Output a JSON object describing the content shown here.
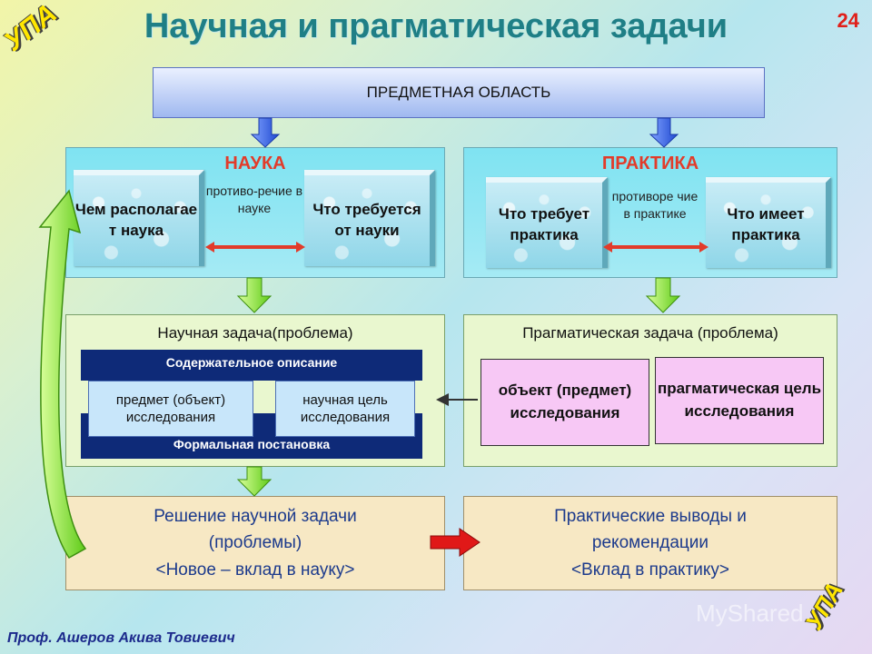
{
  "title": "Научная и прагматическая задачи",
  "slide_number": "24",
  "logo_text": "УПА",
  "top_box": "ПРЕДМЕТНАЯ ОБЛАСТЬ",
  "science": {
    "heading": "НАУКА",
    "left_cube": "Чем располагае т наука",
    "right_cube": "Что требуется от науки",
    "contradiction": "противо-речие в науке"
  },
  "practice": {
    "heading": "ПРАКТИКА",
    "left_cube": "Что требует практика",
    "right_cube": "Что имеет практика",
    "contradiction": "противоре чие в практике"
  },
  "scientific_task": {
    "heading": "Научная задача(проблема)",
    "band_top": "Содержательное описание",
    "band_bottom": "Формальная постановка",
    "subject_box": "предмет (объект) исследования",
    "goal_box": "научная цель исследования"
  },
  "pragmatic_task": {
    "heading": "Прагматическая задача (проблема)",
    "object_box": "объект (предмет) исследования",
    "goal_box": "прагматическая цель исследования"
  },
  "solution": {
    "line1": "Решение научной задачи",
    "line2": "(проблемы)",
    "line3": "<Новое – вклад в науку>"
  },
  "practical": {
    "line1": "Практические выводы и",
    "line2": "рекомендации",
    "line3": "<Вклад в практику>"
  },
  "author": "Проф. Ашеров Акива Товиевич",
  "watermark": "MyShared",
  "colors": {
    "title": "#1f7f86",
    "section_heading": "#e23b2a",
    "navy_band": "#0e2a78",
    "pink_box": "#f7c8f5",
    "bottom_box": "#f7e8c4",
    "green_arrow": "#66d21c",
    "blue_arrow": "#2f5fe0",
    "red_arrow": "#e01818"
  }
}
